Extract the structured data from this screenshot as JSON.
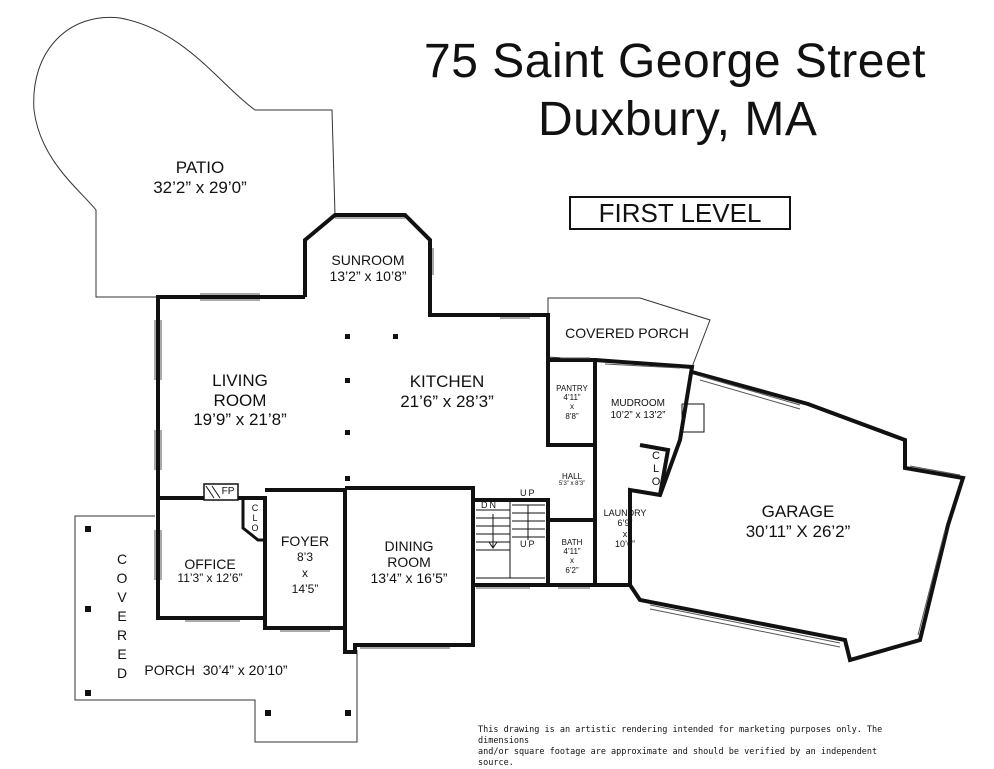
{
  "header": {
    "address_line1": "75 Saint George Street",
    "address_line2": "Duxbury, MA",
    "level": "FIRST LEVEL"
  },
  "rooms": {
    "patio": {
      "name": "PATIO",
      "dims": "32’2” x 29’0”"
    },
    "sunroom": {
      "name": "SUNROOM",
      "dims": "13’2” x 10’8”"
    },
    "living_room": {
      "name_line1": "LIVING",
      "name_line2": "ROOM",
      "dims": "19’9” x 21’8”"
    },
    "kitchen": {
      "name": "KITCHEN",
      "dims": "21’6” x 28’3”"
    },
    "covered_porch_top": {
      "name": "COVERED PORCH"
    },
    "pantry": {
      "name": "PANTRY",
      "dims_line1": "4’11”",
      "dims_line2": "x",
      "dims_line3": "8’8”"
    },
    "mudroom": {
      "name": "MUDROOM",
      "dims": "10’2” x 13’2”"
    },
    "clo_mudroom": {
      "line1": "C",
      "line2": "L",
      "line3": "O"
    },
    "hall": {
      "name": "HALL",
      "dims": "5’3” x 8’3”"
    },
    "garage": {
      "name": "GARAGE",
      "dims": "30’11” X 26’2”"
    },
    "fireplace": {
      "label": "FP"
    },
    "clo_foyer": {
      "line1": "C",
      "line2": "L",
      "line3": "O"
    },
    "foyer": {
      "name": "FOYER",
      "dims_line1": "8’3",
      "dims_line2": "x",
      "dims_line3": "14’5”"
    },
    "office": {
      "name": "OFFICE",
      "dims": "11’3” x 12’6”"
    },
    "dining_room": {
      "name_line1": "DINING",
      "name_line2": "ROOM",
      "dims": "13’4” x 16’5”"
    },
    "bath": {
      "name": "BATH",
      "dims_line1": "4’11”",
      "dims_line2": "x",
      "dims_line3": "6’2”"
    },
    "laundry": {
      "name": "LAUNDRY",
      "dims_line1": "6’9”",
      "dims_line2": "x",
      "dims_line3": "10’6”"
    },
    "covered_porch_side": {
      "letters": [
        "C",
        "O",
        "V",
        "E",
        "R",
        "E",
        "D"
      ]
    },
    "porch": {
      "name": "PORCH",
      "dims": "30’4” x 20’10”"
    }
  },
  "stairs": {
    "down": "DN",
    "up_left": "UP",
    "up_right": "UP"
  },
  "disclaimer": {
    "line1": "This drawing is an artistic rendering intended for marketing purposes only.  The dimensions",
    "line2": "and/or square footage are approximate and should be verified by an independent source."
  }
}
